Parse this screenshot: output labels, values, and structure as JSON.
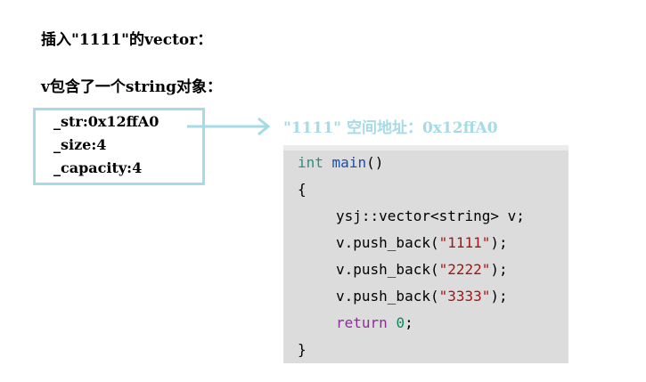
{
  "headings": {
    "insert": "插入\"1111\"的vector：",
    "contains": "v包含了一个string对象："
  },
  "struct": {
    "str_field": "_str:0x12ffA0",
    "size_field": "_size:4",
    "capacity_field": "_capacity:4"
  },
  "address_label": "\"1111\" 空间地址：0x12ffA0",
  "code": {
    "int_kw": "int",
    "main_fn": "main",
    "parens": "()",
    "open_brace": "{",
    "decl": "ysj::vector<string> v;",
    "push_call": "v.push_back(",
    "push_end": ");",
    "str1": "\"1111\"",
    "str2": "\"2222\"",
    "str3": "\"3333\"",
    "return_kw": "return",
    "zero": "0",
    "semicolon": ";",
    "close_brace": "}"
  },
  "colors": {
    "accent": "#a6dbe6",
    "code_bg": "#dcdcdc",
    "keyword_type": "#2b8f7f",
    "keyword_control": "#8e2b9b",
    "function": "#1a4ca8",
    "string": "#a31515",
    "number": "#0e8a5f"
  }
}
